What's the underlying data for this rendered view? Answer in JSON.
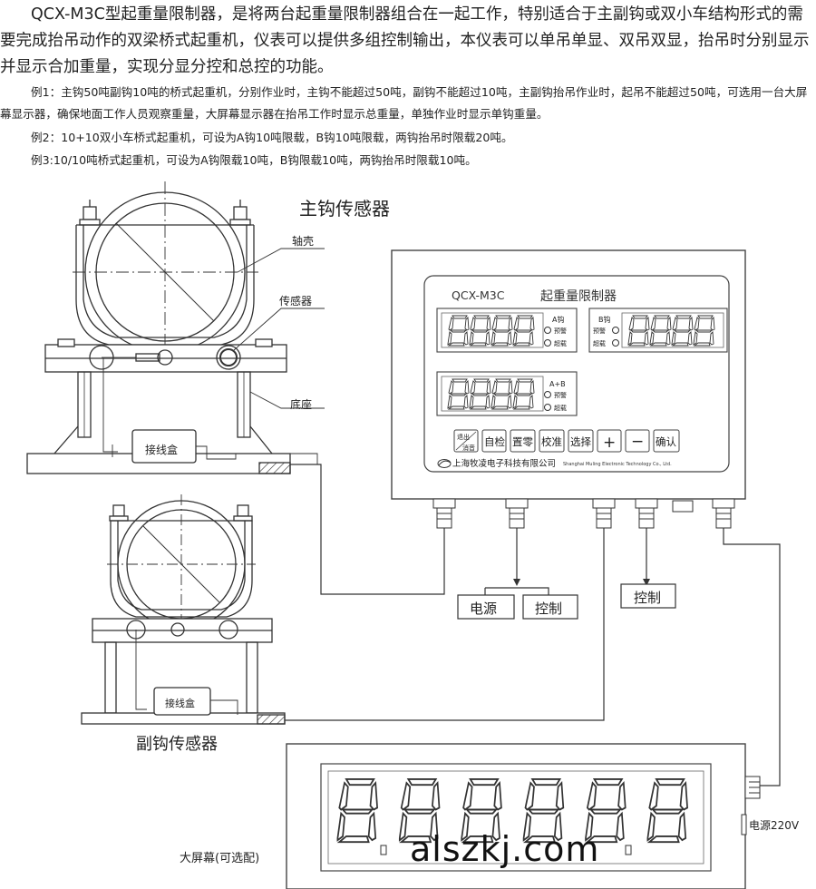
{
  "intro": {
    "paragraph": "QCX-M3C型起重量限制器，是将两台起重量限制器组合在一起工作，特别适合于主副钩或双小车结构形式的需要完成抬吊动作的双梁桥式起重机，仪表可以提供多组控制输出，本仪表可以单吊单显、双吊双显，抬吊时分别显示并显示合加重量，实现分显分控和总控的功能。",
    "example1": "例1：主钩50吨副钩10吨的桥式起重机，分别作业时，主钩不能超过50吨，副钩不能超过10吨，主副钩抬吊作业时，起吊不能超过50吨，可选用一台大屏幕显示器，确保地面工作人员观察重量，大屏幕显示器在抬吊工作时显示总重量，单独作业时显示单钩重量。",
    "example2": "例2：10+10双小车桥式起重机，可设为A钩10吨限载，B钩10吨限载，两钩抬吊时限载20吨。",
    "example3": "例3:10/10吨桥式起重机，可设为A钩限载10吨，B钩限载10吨，两钩抬吊时限载10吨。"
  },
  "main_sensor": {
    "title": "主钩传感器",
    "label_shaft_shell": "轴壳",
    "label_sensor": "传感器",
    "label_base": "底座",
    "junction_box": "接线盒"
  },
  "aux_sensor": {
    "title": "副钩传感器",
    "junction_box": "接线盒"
  },
  "controller": {
    "model": "QCX-M3C",
    "name": "起重量限制器",
    "display_a": {
      "label": "A钩",
      "digits": "8888",
      "lamp1": "预警",
      "lamp2": "超载"
    },
    "display_b": {
      "label": "B钩",
      "digits": "8888",
      "lamp1": "预警",
      "lamp2": "超载"
    },
    "display_ab": {
      "label": "A+B",
      "digits": "8888",
      "lamp1": "预警",
      "lamp2": "超载"
    },
    "buttons": [
      {
        "top": "退出",
        "bottom": "消音"
      },
      {
        "label": "自检"
      },
      {
        "label": "置零"
      },
      {
        "label": "校准"
      },
      {
        "label": "选择"
      },
      {
        "label": "+"
      },
      {
        "label": "−"
      },
      {
        "label": "确认"
      }
    ],
    "company_cn": "上海牧凌电子科技有限公司",
    "company_en": "Shanghai Muling Electronic Technology Co., Ltd."
  },
  "outputs": {
    "power": "电源",
    "control1": "控制",
    "control2": "控制"
  },
  "big_screen": {
    "label": "大屏幕(可选配)",
    "digits": "888888",
    "power_label": "电源220V"
  },
  "watermark": "alszkj.com",
  "colors": {
    "line": "#333333",
    "frame": "#444444"
  }
}
